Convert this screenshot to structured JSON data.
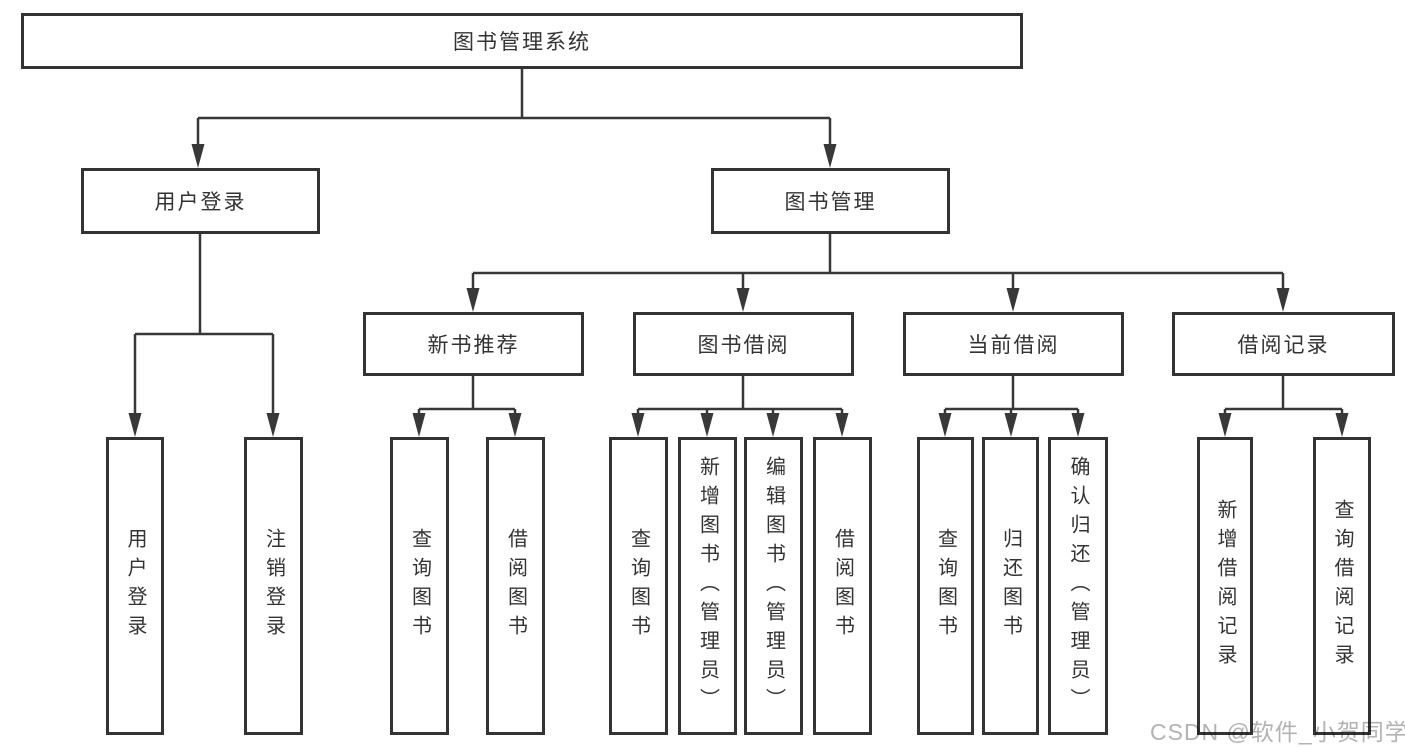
{
  "tree": {
    "root": "图书管理系统",
    "user": {
      "label": "用户登录",
      "children": [
        "用户登录",
        "注销登录"
      ]
    },
    "book": {
      "label": "图书管理",
      "groups": [
        {
          "label": "新书推荐",
          "children": [
            "查询图书",
            "借阅图书"
          ]
        },
        {
          "label": "图书借阅",
          "children": [
            "查询图书",
            "新增图书（管理员）",
            "编辑图书（管理员）",
            "借阅图书"
          ]
        },
        {
          "label": "当前借阅",
          "children": [
            "查询图书",
            "归还图书",
            "确认归还（管理员）"
          ]
        },
        {
          "label": "借阅记录",
          "children": [
            "新增借阅记录",
            "查询借阅记录"
          ]
        }
      ]
    }
  },
  "watermark": "CSDN @软件_小贺同学",
  "colors": {
    "background": "#ffffff",
    "box_border": "#333333",
    "text": "#333333",
    "connector_line": "#383838",
    "watermark": "#b3b3b3"
  }
}
